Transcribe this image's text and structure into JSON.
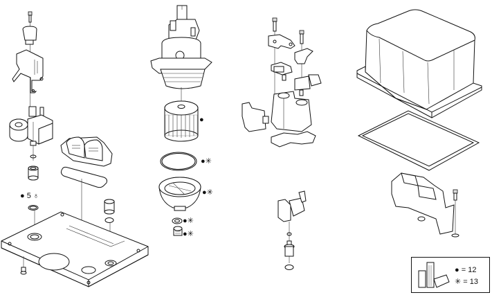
{
  "diagram": {
    "type": "exploded parts illustration",
    "groups": [
      {
        "id": "connector-bracket-assembly",
        "description": "bolt, connector, bracket, actuator/motor unit, seal, insert, o-ring, housing plate"
      },
      {
        "id": "filter-assembly",
        "description": "pump/regulator head, filter element, o-ring, filter cup, seal ring, drain plug"
      },
      {
        "id": "sensor-valve-assembly",
        "description": "bolts, brackets, sensors, valve body, solenoid, gasket, small valve, o-ring"
      },
      {
        "id": "control-unit-assembly",
        "description": "cover, gasket, control unit with bolt"
      }
    ],
    "annotations": {
      "left_insert": {
        "marker": "●",
        "number": "5",
        "symbol": "♁"
      },
      "filter_element": {
        "markers": "●"
      },
      "filter_oring": {
        "markers": "●✳"
      },
      "filter_cup": {
        "markers": "●✳"
      },
      "seal_ring": {
        "markers": "●✳"
      },
      "drain_plug": {
        "markers": "●✳"
      }
    },
    "legend": {
      "items": [
        {
          "symbol": "●",
          "text": "= 12"
        },
        {
          "symbol": "✳",
          "text": "= 13"
        }
      ]
    }
  },
  "colors": {
    "line": "#111111",
    "background": "#ffffff"
  }
}
